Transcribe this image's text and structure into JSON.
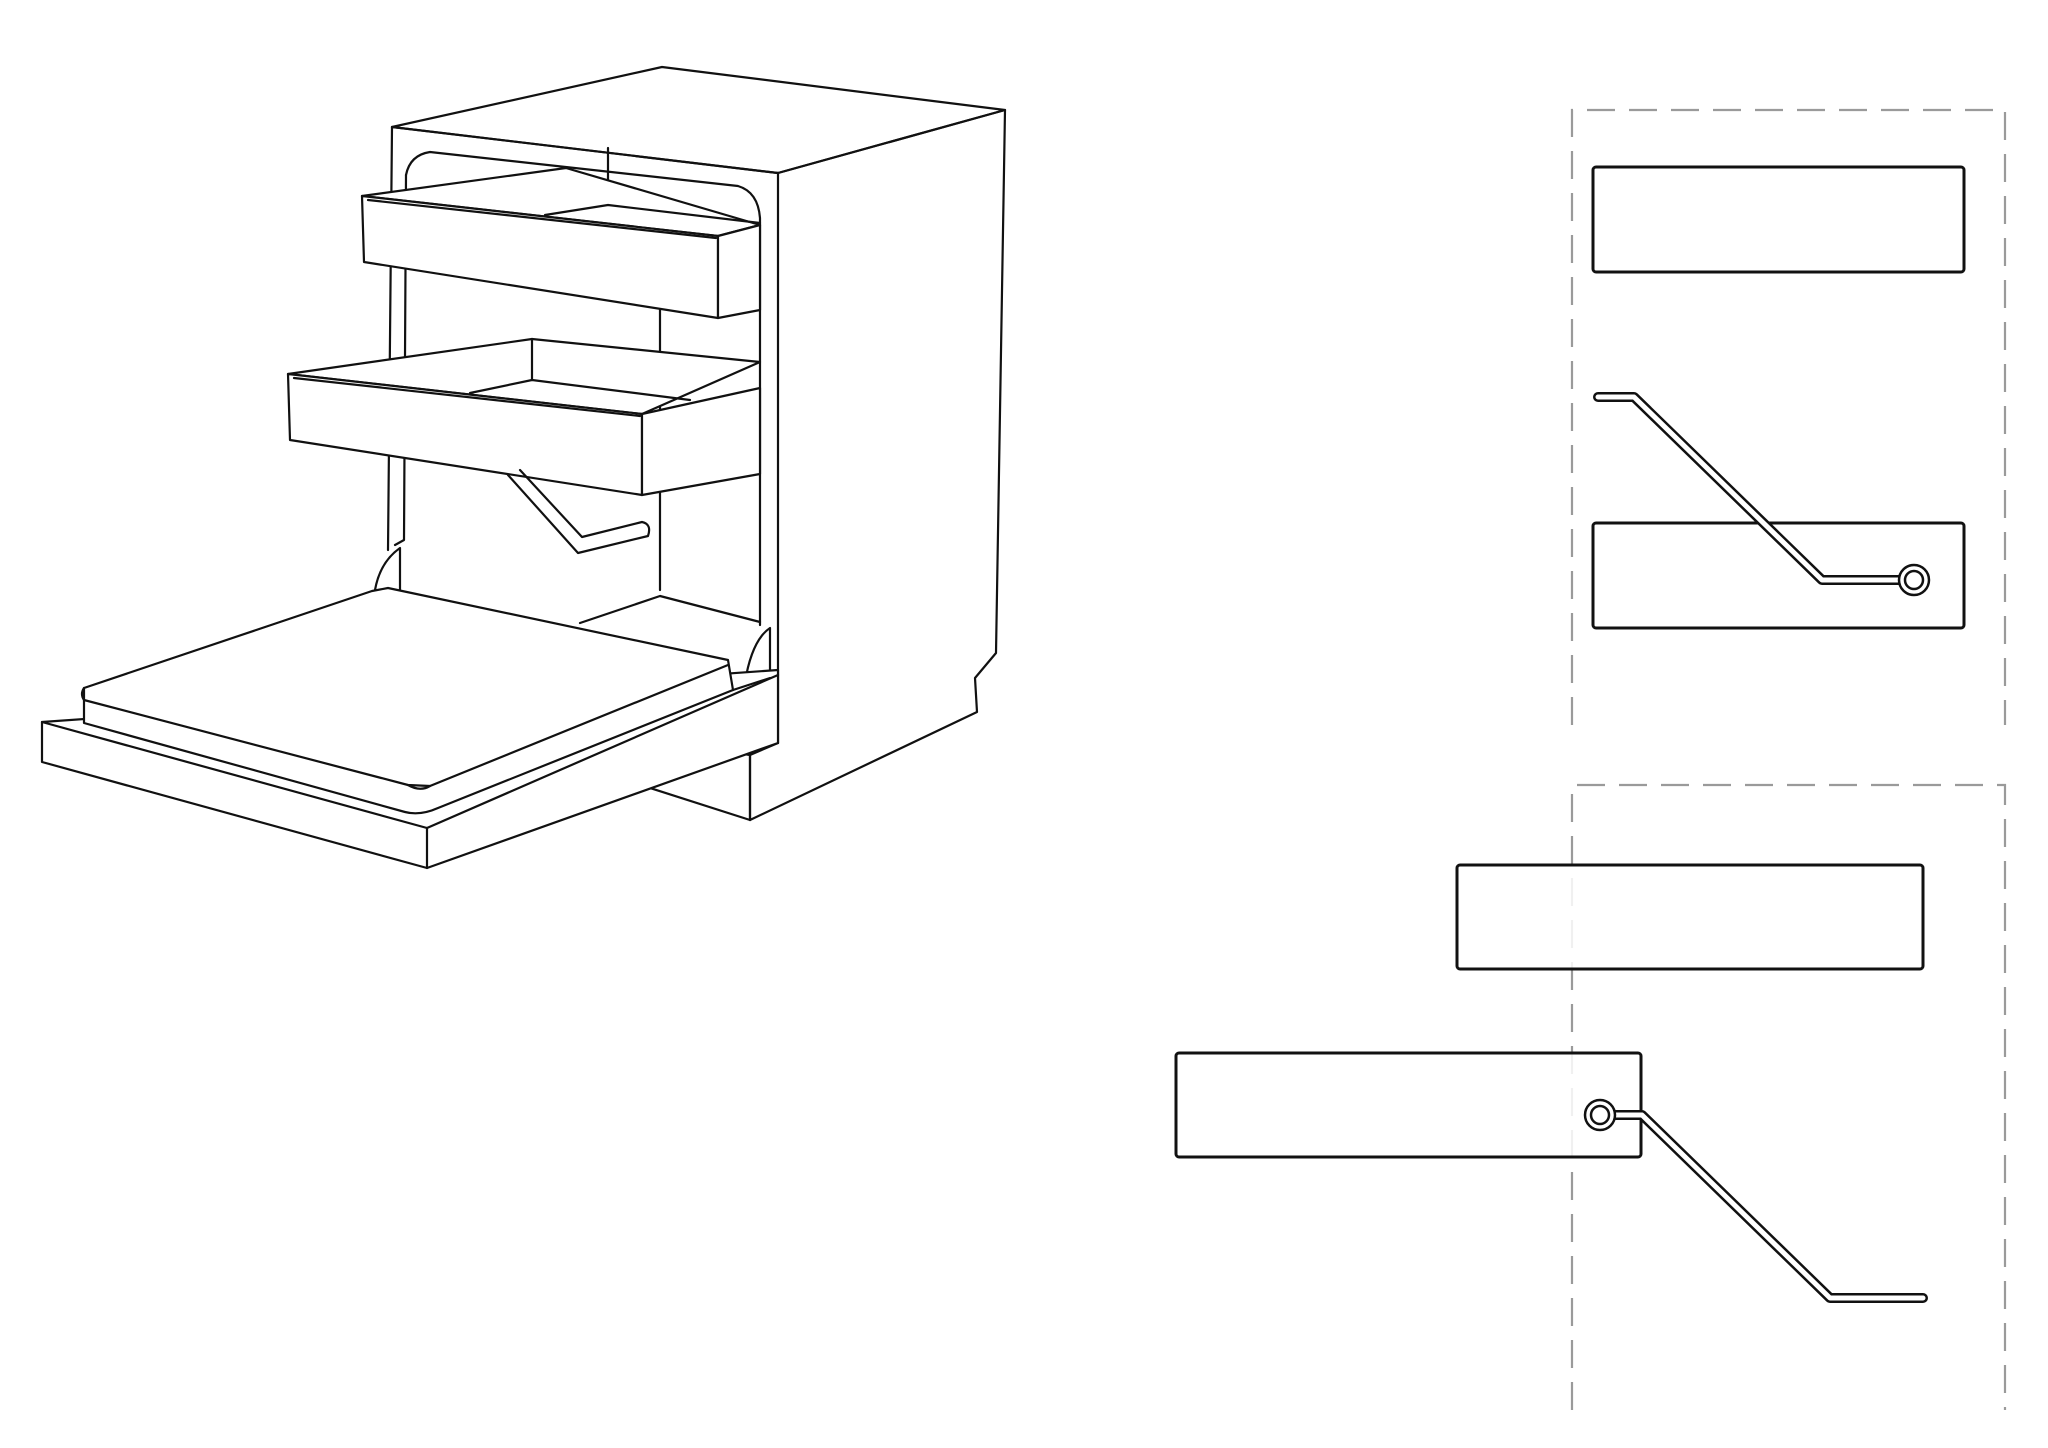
{
  "drawing": {
    "line_color": "#111111",
    "guide_color": "#9a9a9a",
    "background": "#ffffff"
  },
  "views": [
    {
      "name": "dishwasher-isometric"
    },
    {
      "name": "mechanism-retracted"
    },
    {
      "name": "mechanism-extended"
    }
  ]
}
